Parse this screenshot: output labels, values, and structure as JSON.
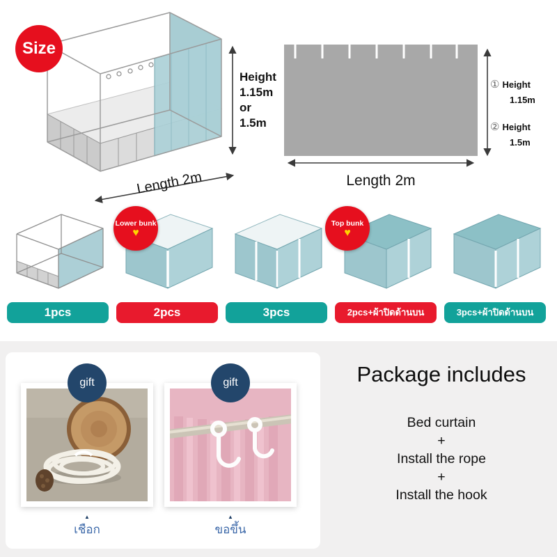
{
  "size_section": {
    "badge_label": "Size",
    "height_text": "Height\n1.15m\nor\n1.5m",
    "length_label": "Length 2m"
  },
  "front_view": {
    "specs": [
      {
        "marker": "①",
        "label": "Height",
        "value": "1.15m"
      },
      {
        "marker": "②",
        "label": "Height",
        "value": "1.5m"
      }
    ],
    "length_label": "Length 2m"
  },
  "variants": [
    {
      "label": "1pcs"
    },
    {
      "label": "2pcs",
      "badge_text": "Lower bunk",
      "badge_heart": "♥"
    },
    {
      "label": "3pcs"
    },
    {
      "label": "2pcs+ผ้าปิดด้านบน",
      "badge_text": "Top bunk",
      "badge_heart": "♥"
    },
    {
      "label": "3pcs+ผ้าปิดด้านบน"
    }
  ],
  "gifts": [
    {
      "badge": "gift",
      "caption": "เชือก"
    },
    {
      "badge": "gift",
      "caption": "ขอขึ้น"
    }
  ],
  "package": {
    "title": "Package includes",
    "items": [
      "Bed curtain",
      "+",
      "Install the rope",
      "+",
      "Install the hook"
    ]
  },
  "colors": {
    "teal_pill": "#12a29a",
    "red_accent": "#e81a2d",
    "curtain_teal": "#a6ccd3",
    "gray_panel": "#a8a8a8",
    "gift_navy": "#23466b",
    "caption_blue": "#3a67a8",
    "heart_yellow": "#ffd400"
  }
}
